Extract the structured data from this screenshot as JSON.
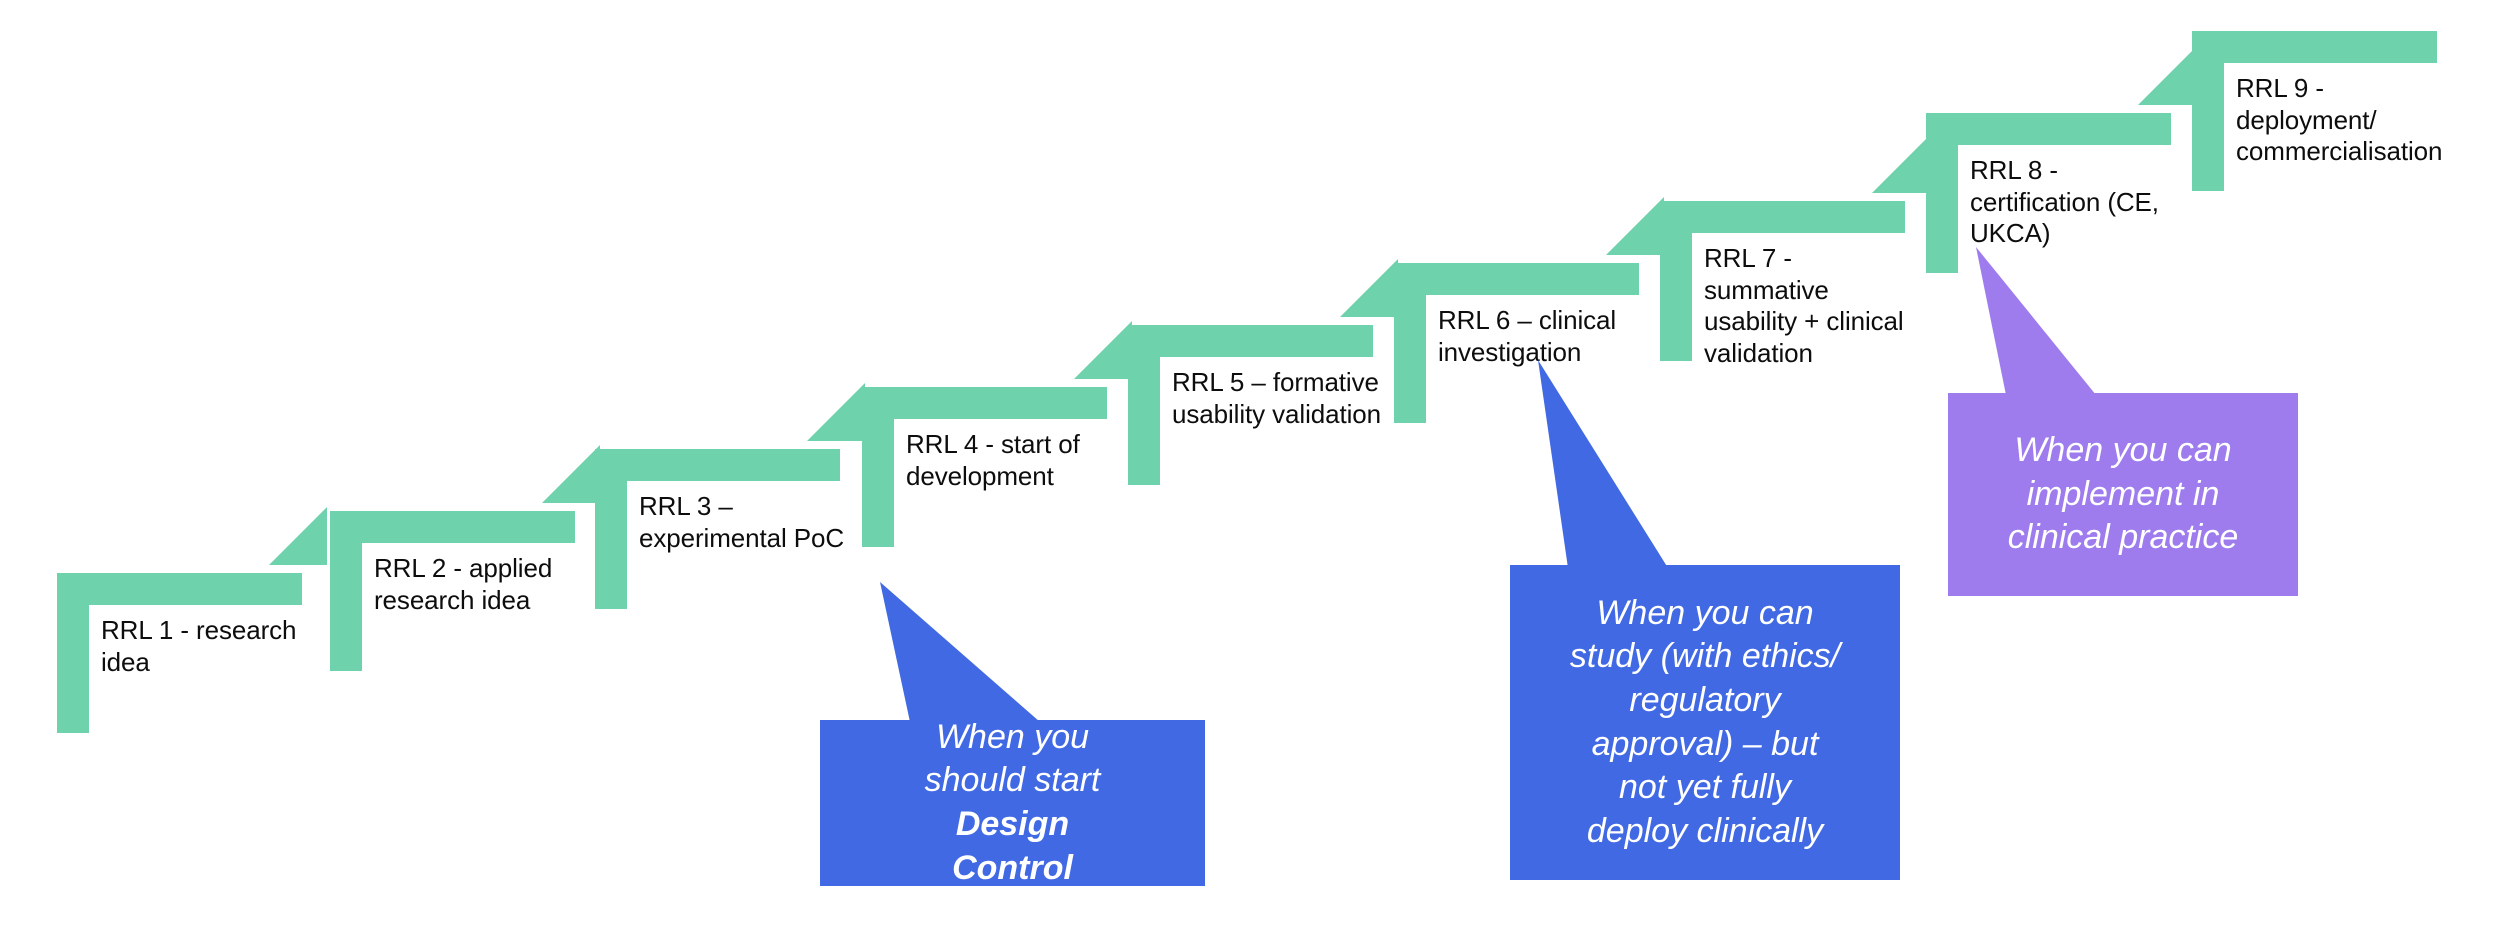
{
  "diagram": {
    "title": "RRL staircase",
    "colors": {
      "green": "#6ED3AC",
      "blue": "#4169E4",
      "purple": "#9E7CEE",
      "label_text": "#0d0d0d",
      "callout_text": "#ffffff",
      "background": "#ffffff"
    },
    "steps": [
      {
        "id": "rrl-1",
        "label": "RRL 1 - research\nidea"
      },
      {
        "id": "rrl-2",
        "label": "RRL 2 - applied\nresearch idea"
      },
      {
        "id": "rrl-3",
        "label": "RRL 3 –\nexperimental PoC"
      },
      {
        "id": "rrl-4",
        "label": "RRL 4 - start of\ndevelopment"
      },
      {
        "id": "rrl-5",
        "label": "RRL 5 – formative\nusability validation"
      },
      {
        "id": "rrl-6",
        "label": "RRL 6 – clinical\ninvestigation"
      },
      {
        "id": "rrl-7",
        "label": "RRL 7 -\nsummative\nusability + clinical\nvalidation"
      },
      {
        "id": "rrl-8",
        "label": "RRL 8 -\ncertification (CE,\nUKCA)"
      },
      {
        "id": "rrl-9",
        "label": "RRL 9 -\ndeployment/\ncommercialisation"
      }
    ],
    "callouts": [
      {
        "id": "design-control",
        "color": "blue",
        "line1": "When you",
        "line2": "should start",
        "emphasis1": "Design",
        "emphasis2": "Control"
      },
      {
        "id": "clinical-study",
        "color": "blue",
        "text": "When you can\nstudy (with ethics/\nregulatory\napproval) – but\nnot yet fully\ndeploy clinically"
      },
      {
        "id": "clinical-practice",
        "color": "purple",
        "text": "When you can\nimplement in\nclinical practice"
      }
    ]
  }
}
